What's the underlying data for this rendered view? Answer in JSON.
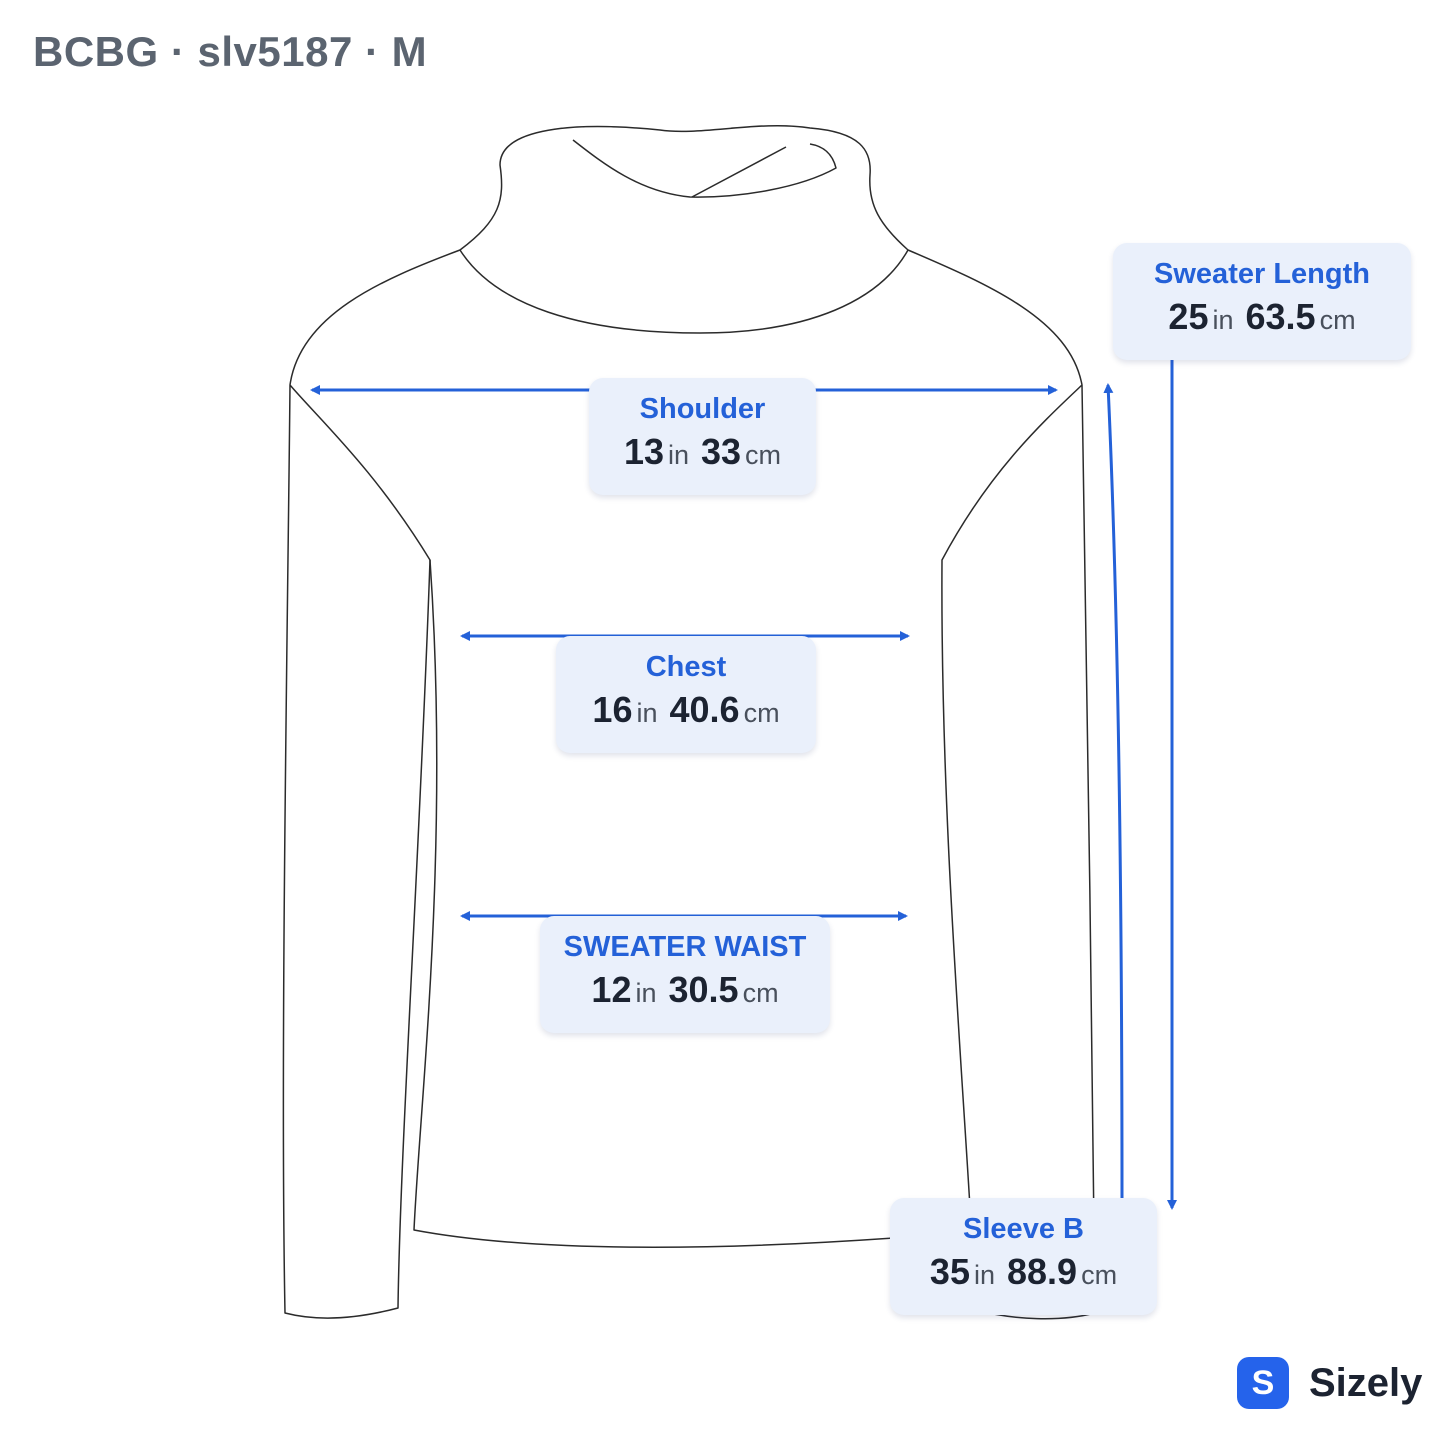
{
  "header": {
    "title": "BCBG · slv5187 · M"
  },
  "measurements": [
    {
      "id": "shoulder",
      "label": "Shoulder",
      "in": "13",
      "cm": "33"
    },
    {
      "id": "chest",
      "label": "Chest",
      "in": "16",
      "cm": "40.6"
    },
    {
      "id": "waist",
      "label": "SWEATER WAIST",
      "in": "12",
      "cm": "30.5"
    },
    {
      "id": "length",
      "label": "Sweater Length",
      "in": "25",
      "cm": "63.5"
    },
    {
      "id": "sleeve",
      "label": "Sleeve B",
      "in": "35",
      "cm": "88.9"
    }
  ],
  "units": {
    "inch": "in",
    "centimeter": "cm"
  },
  "brand": {
    "badge_letter": "S",
    "name": "Sizely"
  },
  "colors": {
    "accent": "#2461d8",
    "card_bg": "#eaf0fb",
    "outline": "#2b2b2b",
    "title": "#5b6470"
  }
}
